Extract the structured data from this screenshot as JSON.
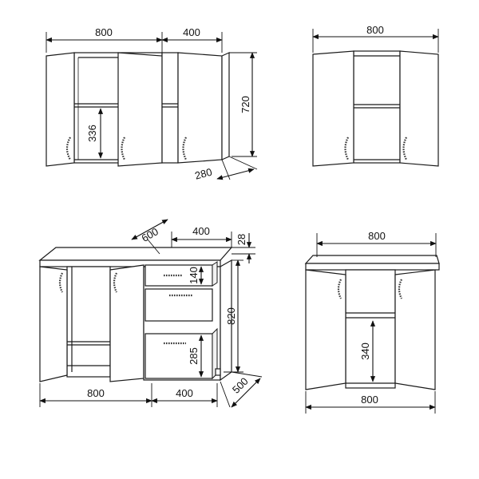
{
  "drawing": {
    "wall_cabinet_wide": {
      "width_label": "800",
      "side_width_label": "400",
      "height_label": "720",
      "depth_label": "280",
      "shelf_gap_label": "336"
    },
    "wall_cabinet_narrow": {
      "width_label": "800"
    },
    "base_cabinet_wide": {
      "depth_label": "600",
      "drawer_width_label": "400",
      "top_thickness_label": "28",
      "drawer_top_label": "140",
      "drawer_bottom_label": "285",
      "height_label": "820",
      "floor_depth_label": "500",
      "bottom_width_label": "800",
      "bottom_drawer_width_label": "400"
    },
    "base_cabinet_narrow": {
      "top_width_label": "800",
      "shelf_gap_label": "340",
      "bottom_width_label": "800"
    }
  },
  "colors": {
    "line": "#1a1a1a",
    "background": "#ffffff",
    "shade": "#f2f2f2"
  }
}
